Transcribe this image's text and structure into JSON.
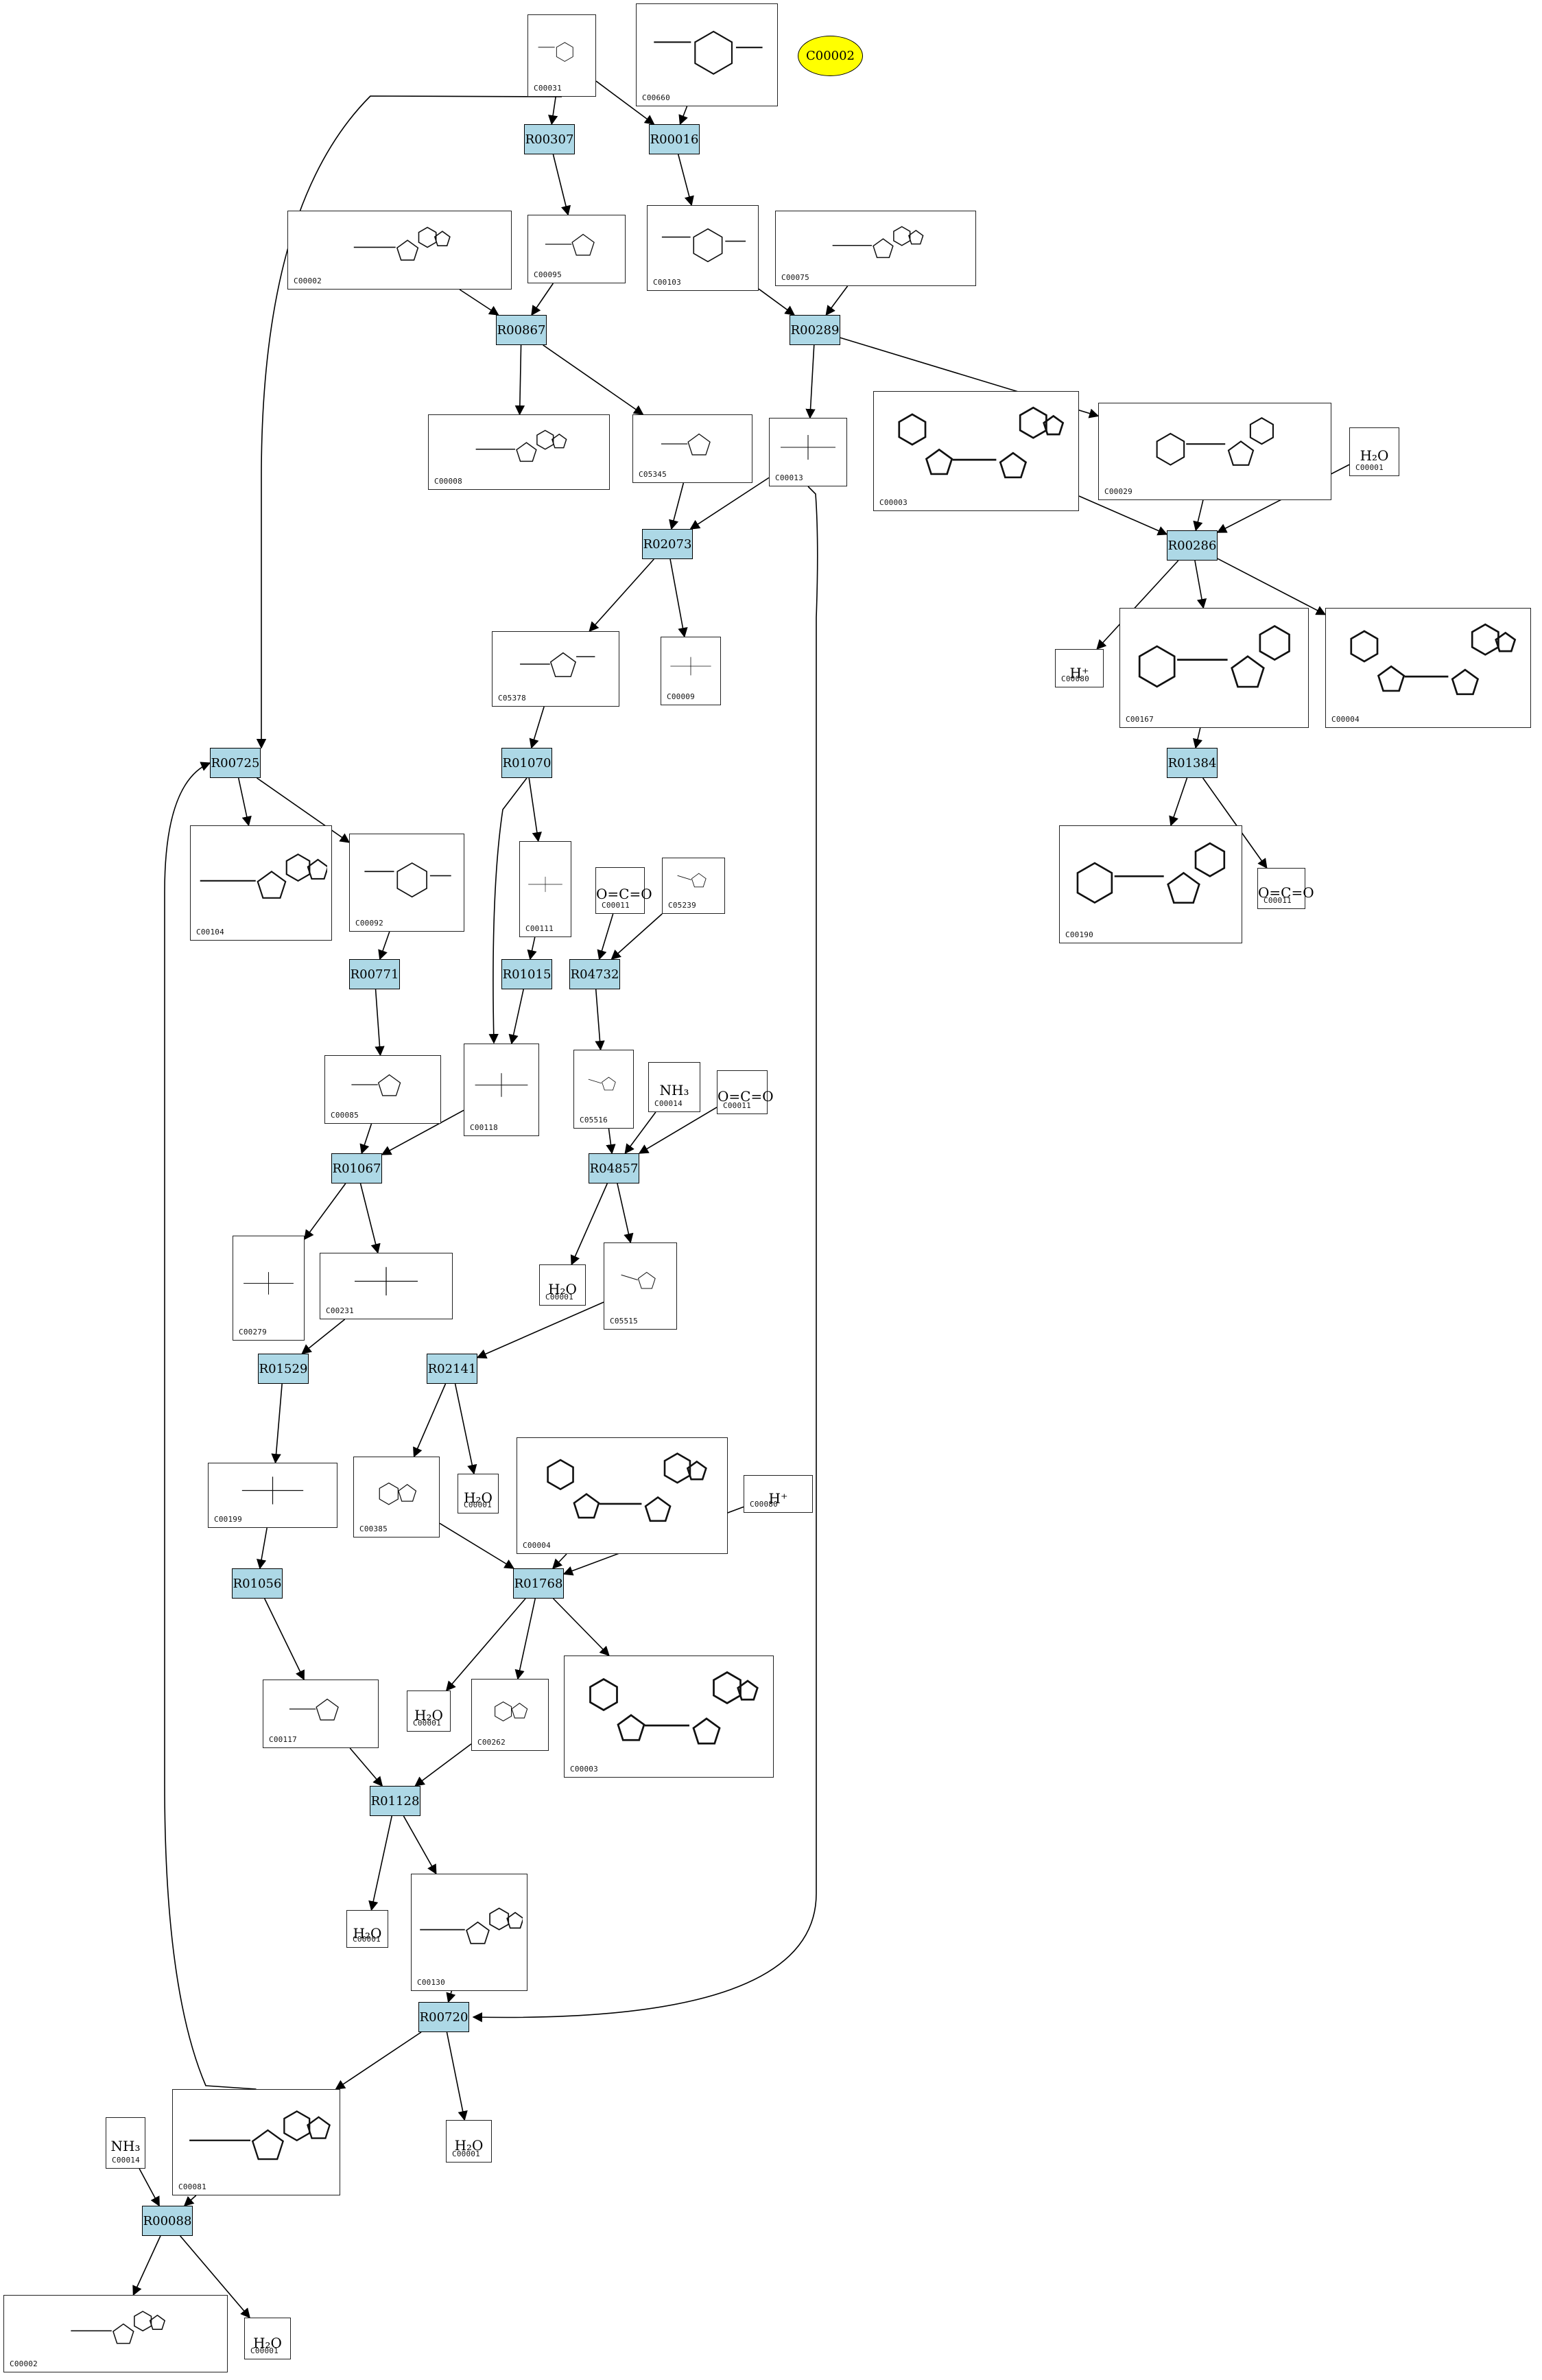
{
  "highlight": {
    "label": "C00002",
    "color": "#ffff00"
  },
  "colors": {
    "reaction_fill": "#add8e6",
    "edge": "#000000"
  },
  "reactions": [
    {
      "id": "R00307"
    },
    {
      "id": "R00016"
    },
    {
      "id": "R00867"
    },
    {
      "id": "R00289"
    },
    {
      "id": "R02073"
    },
    {
      "id": "R00286"
    },
    {
      "id": "R00725"
    },
    {
      "id": "R01070"
    },
    {
      "id": "R01384"
    },
    {
      "id": "R00771"
    },
    {
      "id": "R01015"
    },
    {
      "id": "R04732"
    },
    {
      "id": "R01067"
    },
    {
      "id": "R04857"
    },
    {
      "id": "R01529"
    },
    {
      "id": "R02141"
    },
    {
      "id": "R01056"
    },
    {
      "id": "R01768"
    },
    {
      "id": "R01128"
    },
    {
      "id": "R00720"
    },
    {
      "id": "R00088"
    }
  ],
  "compounds": [
    {
      "id": "C00031",
      "kind": "hexose"
    },
    {
      "id": "C00660",
      "kind": "hexose-bisphosphate"
    },
    {
      "id": "C00002",
      "kind": "nucleotide-tri"
    },
    {
      "id": "C00095",
      "kind": "furanose"
    },
    {
      "id": "C00103",
      "kind": "hexose-phosphate"
    },
    {
      "id": "C00075",
      "kind": "nucleotide-tri"
    },
    {
      "id": "C00008",
      "kind": "nucleotide-di"
    },
    {
      "id": "C05345",
      "kind": "furanose-phosphate"
    },
    {
      "id": "C00013",
      "kind": "pyrophosphate"
    },
    {
      "id": "C00003",
      "kind": "dinucleotide"
    },
    {
      "id": "C00029",
      "kind": "sugar-nucleotide"
    },
    {
      "id": "C00001",
      "kind": "water",
      "formula": "H₂O"
    },
    {
      "id": "C05378",
      "kind": "furanose-bisphosphate"
    },
    {
      "id": "C00009",
      "kind": "phosphate"
    },
    {
      "id": "C00080",
      "kind": "proton",
      "formula": "H⁺"
    },
    {
      "id": "C00167",
      "kind": "sugar-nucleotide"
    },
    {
      "id": "C00004",
      "kind": "dinucleotide"
    },
    {
      "id": "C00104",
      "kind": "nucleotide-di"
    },
    {
      "id": "C00092",
      "kind": "hexose-phosphate"
    },
    {
      "id": "C00111",
      "kind": "small-phosphate"
    },
    {
      "id": "C00011",
      "kind": "co2",
      "formula": "O=C=O"
    },
    {
      "id": "C05239",
      "kind": "imidazole"
    },
    {
      "id": "C00190",
      "kind": "sugar-nucleotide"
    },
    {
      "id": "C00085",
      "kind": "furanose-phosphate"
    },
    {
      "id": "C00118",
      "kind": "small-phosphate"
    },
    {
      "id": "C05516",
      "kind": "imidazole"
    },
    {
      "id": "C00014",
      "kind": "ammonia",
      "formula": "NH₃"
    },
    {
      "id": "C00279",
      "kind": "small-phosphate"
    },
    {
      "id": "C00231",
      "kind": "small-phosphate"
    },
    {
      "id": "C05515",
      "kind": "imidazole"
    },
    {
      "id": "C00199",
      "kind": "small-phosphate"
    },
    {
      "id": "C00385",
      "kind": "purine"
    },
    {
      "id": "C00117",
      "kind": "furanose-phosphate"
    },
    {
      "id": "C00262",
      "kind": "purine"
    },
    {
      "id": "C00130",
      "kind": "nucleotide-mono"
    },
    {
      "id": "C00081",
      "kind": "nucleotide-tri"
    }
  ]
}
